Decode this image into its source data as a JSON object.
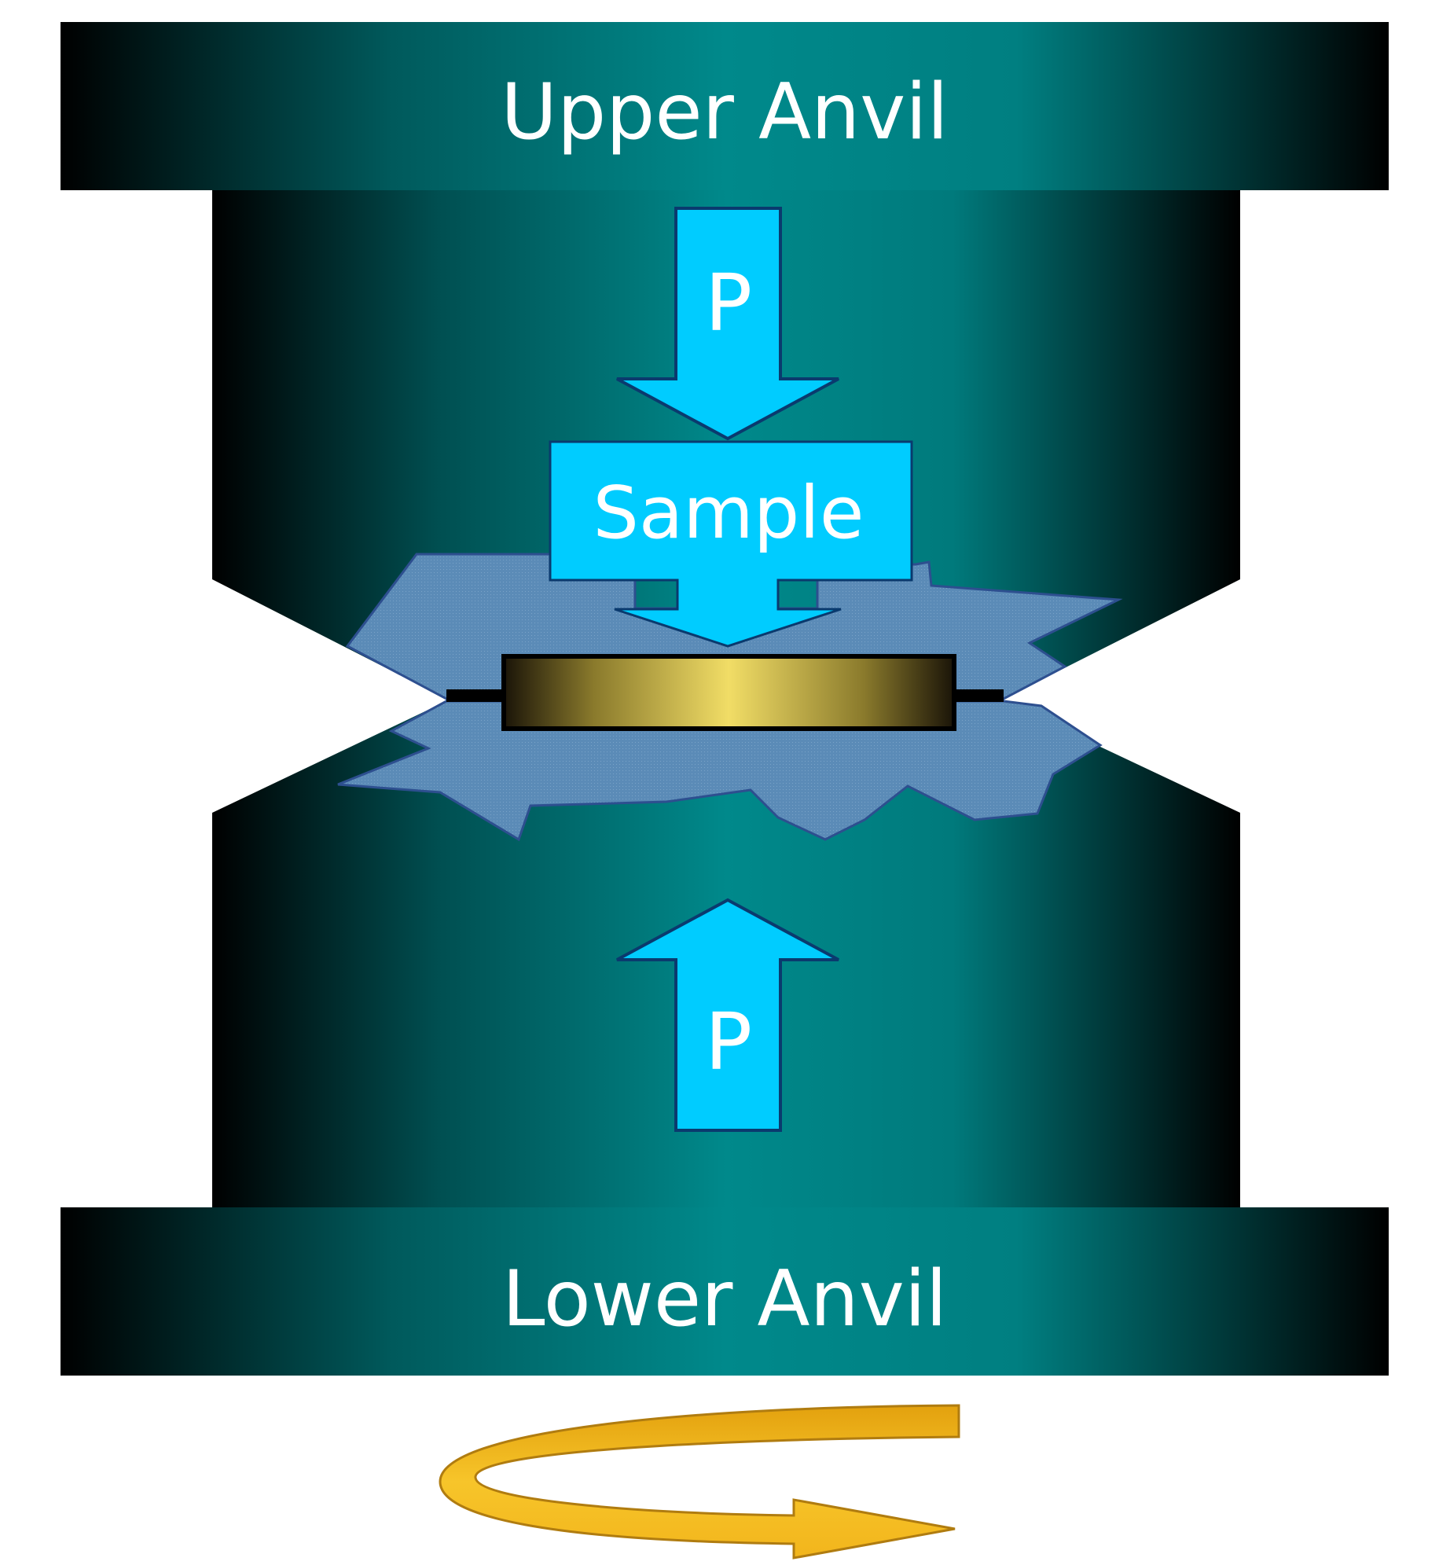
{
  "labels": {
    "upper_anvil": "Upper Anvil",
    "lower_anvil": "Lower Anvil",
    "sample": "Sample",
    "pressure_top": "P",
    "pressure_bottom": "P"
  },
  "colors": {
    "teal_center": "#00888a",
    "teal_edge": "#000000",
    "arrow_fill": "#00ccff",
    "arrow_stroke": "#0a3a6e",
    "gasket_fill": "#5b8bb7",
    "sample_disk_center": "#f1dd66",
    "sample_disk_edge": "#1a1408",
    "rotation_arrow": "#f2b51c",
    "background": "#ffffff"
  },
  "icons": {
    "pressure_arrow": "down-arrow",
    "counter_pressure_arrow": "up-arrow",
    "rotation": "rotation-arrow"
  }
}
